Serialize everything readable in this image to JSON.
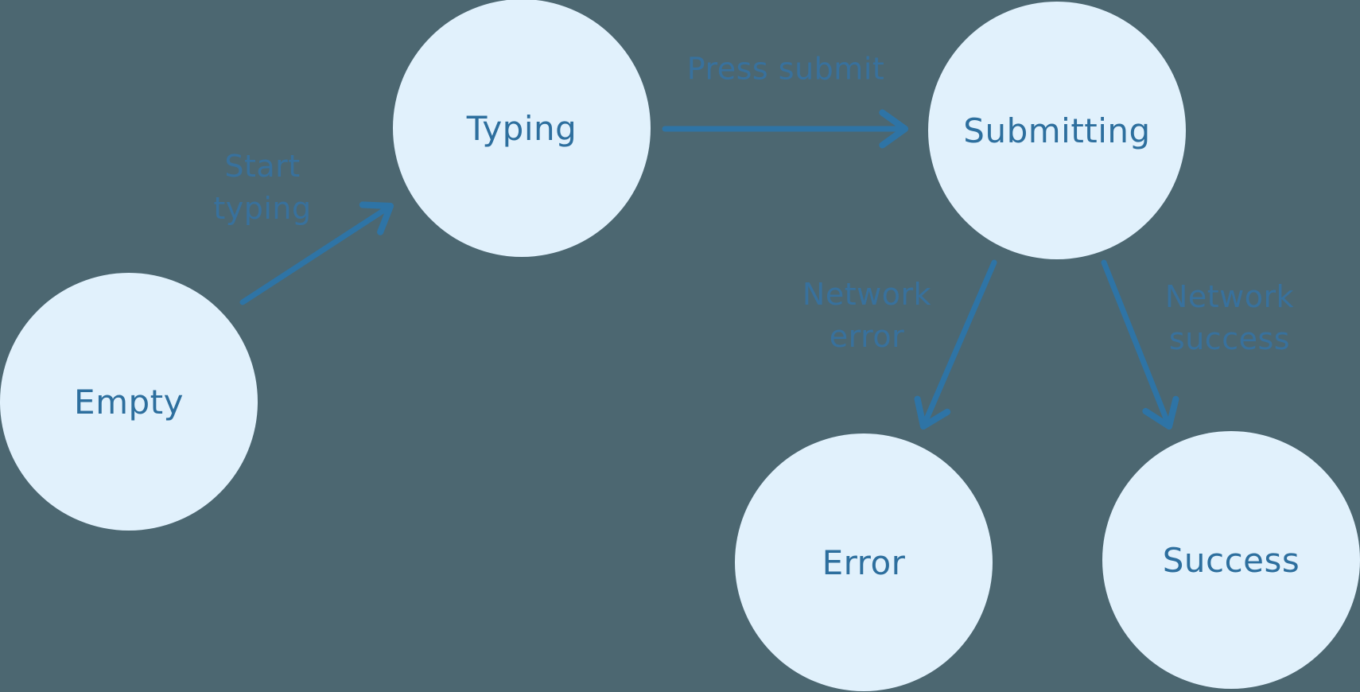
{
  "diagram": {
    "type": "state-machine",
    "nodes": [
      {
        "id": "empty",
        "label": "Empty"
      },
      {
        "id": "typing",
        "label": "Typing"
      },
      {
        "id": "submitting",
        "label": "Submitting"
      },
      {
        "id": "error",
        "label": "Error"
      },
      {
        "id": "success",
        "label": "Success"
      }
    ],
    "edges": [
      {
        "from": "empty",
        "to": "typing",
        "label": "Start typing"
      },
      {
        "from": "typing",
        "to": "submitting",
        "label": "Press submit"
      },
      {
        "from": "submitting",
        "to": "error",
        "label": "Network error"
      },
      {
        "from": "submitting",
        "to": "success",
        "label": "Network success"
      }
    ],
    "colors": {
      "background": "#4c6771",
      "node_fill": "#e1f1fc",
      "node_text": "#2d6f9e",
      "arrow": "#2e74a6",
      "edge_label": "#38719d"
    }
  }
}
